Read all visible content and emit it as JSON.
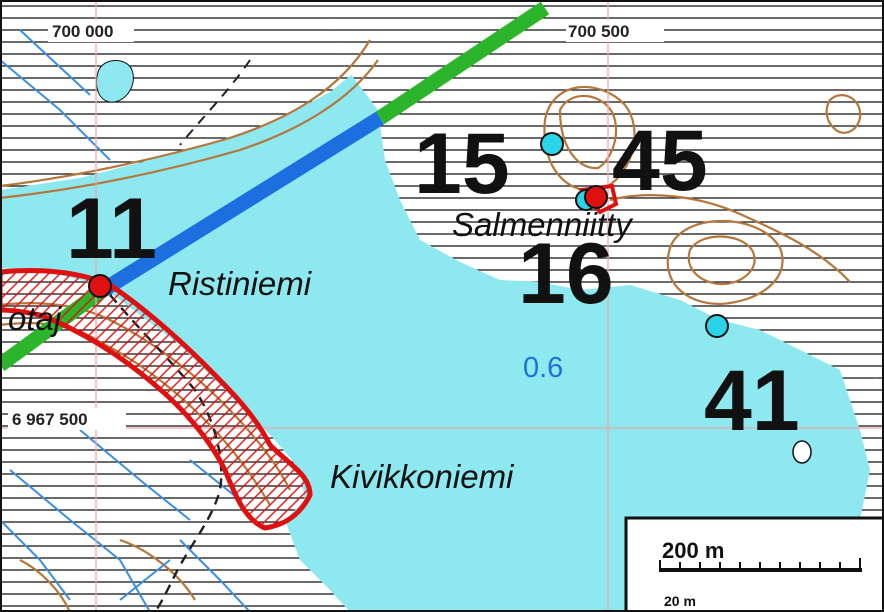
{
  "grid_labels": {
    "easting_left": "700 000",
    "easting_right": "700 500",
    "northing": "6 967 500"
  },
  "place_names": {
    "ristiniemi": "Ristiniemi",
    "salmenniitty": "Salmenniitty",
    "kivikkoniemi": "Kivikkoniemi",
    "partial_left": "otaj"
  },
  "site_numbers": {
    "n11": "11",
    "n15": "15",
    "n16": "16",
    "n41": "41",
    "n45": "45"
  },
  "depth_label": "0.6",
  "scale": {
    "main": "200 m",
    "sub": "20 m"
  },
  "colors": {
    "water": "#8de8f0",
    "land": "#ffffff",
    "hatch": "#111111",
    "contour": "#b5773b",
    "road_green": "#2bb52b",
    "road_blue": "#1d6fe0",
    "stream": "#3b8fe0",
    "grid": "#f0a8a8",
    "area_red": "#e01010",
    "point_red": "#e01010",
    "point_cyan": "#2ad4e8"
  }
}
